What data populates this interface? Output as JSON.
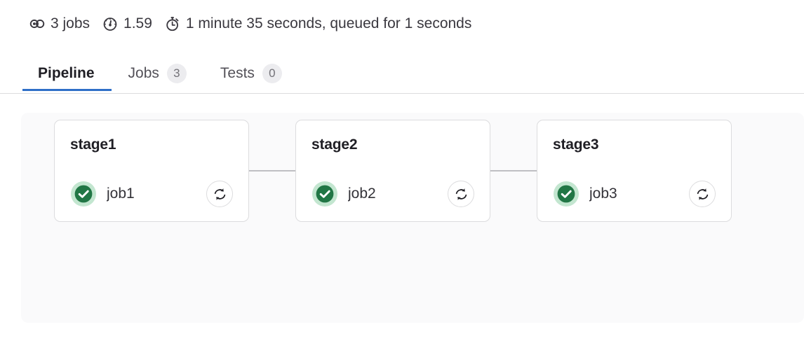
{
  "summary": {
    "items": [
      {
        "icon": "pipeline-status-icon",
        "text": "3 jobs"
      },
      {
        "icon": "gauge-icon",
        "text": "1.59"
      },
      {
        "icon": "stopwatch-icon",
        "text": "1 minute 35 seconds, queued for 1 seconds"
      }
    ]
  },
  "tabs": [
    {
      "label": "Pipeline",
      "badge": null,
      "active": true
    },
    {
      "label": "Jobs",
      "badge": "3",
      "active": false
    },
    {
      "label": "Tests",
      "badge": "0",
      "active": false
    }
  ],
  "pipeline": {
    "stages": [
      {
        "name": "stage1",
        "jobs": [
          {
            "name": "job1",
            "status": "success",
            "status_icon": "status-success-icon",
            "action_icon": "retry-icon"
          }
        ]
      },
      {
        "name": "stage2",
        "jobs": [
          {
            "name": "job2",
            "status": "success",
            "status_icon": "status-success-icon",
            "action_icon": "retry-icon"
          }
        ]
      },
      {
        "name": "stage3",
        "jobs": [
          {
            "name": "job3",
            "status": "success",
            "status_icon": "status-success-icon",
            "action_icon": "retry-icon"
          }
        ]
      }
    ]
  },
  "colors": {
    "active_tab_underline": "#2f6fc8",
    "success_green": "#217645",
    "success_halo": "#c3e6d0",
    "panel_background": "#fafafb",
    "card_border": "#dcdcde",
    "connector": "#bfbfc3",
    "text_primary": "#333238",
    "badge_background": "#ececef"
  }
}
